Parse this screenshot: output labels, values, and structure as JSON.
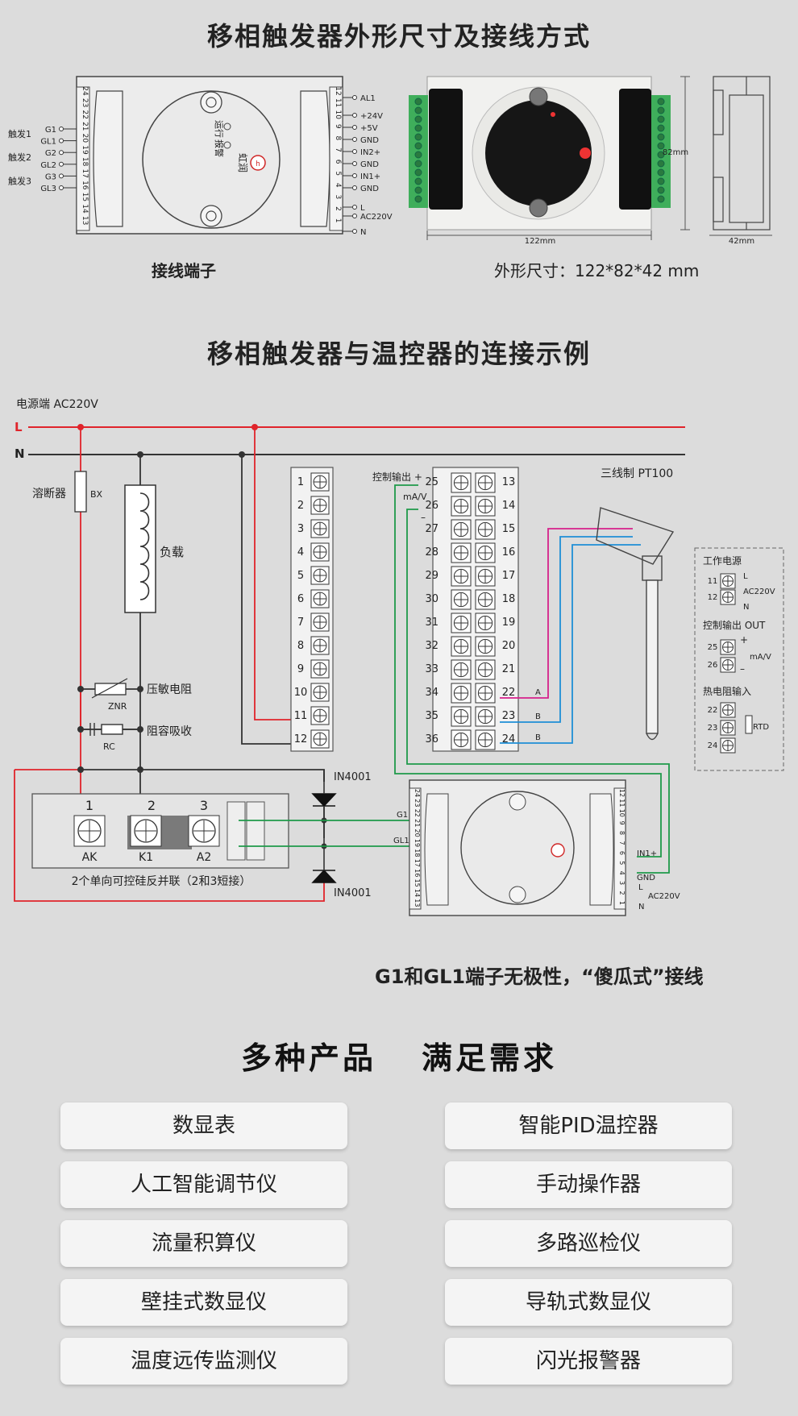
{
  "section1": {
    "title": "移相触发器外形尺寸及接线方式",
    "left_caption": "接线端子",
    "right_caption": "外形尺寸：122*82*42 mm",
    "left_terminals": [
      "24",
      "23",
      "22",
      "21",
      "20",
      "19",
      "18",
      "17",
      "16",
      "15",
      "14",
      "13"
    ],
    "right_terminals": [
      "12",
      "11",
      "10",
      "9",
      "8",
      "7",
      "6",
      "5",
      "4",
      "3",
      "2",
      "1"
    ],
    "left_labels": [
      "G1",
      "GL1",
      "G2",
      "GL2",
      "G3",
      "GL3"
    ],
    "left_groups": [
      "触发1",
      "触发2",
      "触发3"
    ],
    "right_labels": [
      "AL1",
      "+24V",
      "+5V",
      "GND",
      "IN2+",
      "GND",
      "IN1+",
      "GND",
      "L",
      "AC220V",
      "N"
    ],
    "leds": [
      "运行",
      "报警"
    ],
    "brand": "虹润",
    "dim_width": "122mm",
    "dim_height": "82mm",
    "dim_depth": "42mm"
  },
  "section2": {
    "title": "移相触发器与温控器的连接示例",
    "power_label": "电源端  AC220V",
    "line_L": "L",
    "line_N": "N",
    "fuse_label": "溶断器",
    "fuse_code": "BX",
    "load_label": "负载",
    "varistor_label": "压敏电阻",
    "varistor_code": "ZNR",
    "rc_label": "阻容吸收",
    "rc_code": "RC",
    "scr_terms": [
      "1",
      "2",
      "3"
    ],
    "scr_names": [
      "AK",
      "K1",
      "A2"
    ],
    "scr_note": "2个单向可控硅反并联（2和3短接）",
    "diode_label": "IN4001",
    "ctrl_out": "控制输出 +",
    "ma_label": "mA/V",
    "minus": "–",
    "pt100": "三线制 PT100",
    "ctrl_left_terms": [
      "1",
      "2",
      "3",
      "4",
      "5",
      "6",
      "7",
      "8",
      "9",
      "10",
      "11",
      "12"
    ],
    "ctrl_mid_terms": [
      "25",
      "26",
      "27",
      "28",
      "29",
      "30",
      "31",
      "32",
      "33",
      "34",
      "35",
      "36"
    ],
    "ctrl_right_terms": [
      "13",
      "14",
      "15",
      "16",
      "17",
      "18",
      "19",
      "20",
      "21",
      "22",
      "23",
      "24"
    ],
    "abb": [
      "A",
      "B",
      "B"
    ],
    "legend": {
      "power_title": "工作电源",
      "power_terms": [
        "11",
        "12"
      ],
      "power_L": "L",
      "power_ac": "AC220V",
      "power_N": "N",
      "out_title": "控制输出 OUT",
      "out_terms": [
        "25",
        "26"
      ],
      "out_plus": "+",
      "out_ma": "mA/V",
      "out_minus": "–",
      "rtd_title": "热电阻输入",
      "rtd_terms": [
        "22",
        "23",
        "24"
      ],
      "rtd_label": "RTD"
    },
    "trigger_g": [
      "G1",
      "GL1"
    ],
    "trigger_right": [
      "IN1+",
      "GND",
      "L",
      "AC220V",
      "N"
    ],
    "note": "G1和GL1端子无极性，“傻瓜式”接线"
  },
  "section3": {
    "title_a": "多种产品",
    "title_b": "满足需求",
    "products": [
      "数显表",
      "智能PID温控器",
      "人工智能调节仪",
      "手动操作器",
      "流量积算仪",
      "多路巡检仪",
      "壁挂式数显仪",
      "导轨式数显仪",
      "温度远传监测仪",
      "闪光报警器"
    ]
  },
  "colors": {
    "red": "#e0242b",
    "pink": "#d6218b",
    "blue": "#1e8fd6",
    "green": "#1f9a4a",
    "dark": "#333333"
  }
}
